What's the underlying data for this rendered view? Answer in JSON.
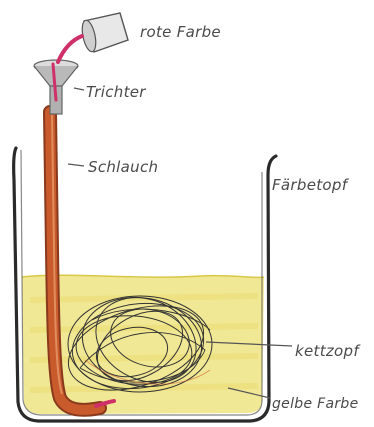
{
  "labels": {
    "rote_farbe": "rote Farbe",
    "trichter": "Trichter",
    "schlauch": "Schlauch",
    "faerbetopf": "Färbetopf",
    "kettzopf": "kettzopf",
    "gelbe_farbe": "gelbe Farbe"
  },
  "colors": {
    "pot_outline": "#2a2a2a",
    "yellow_dye": "#efe58a",
    "yellow_dye_deep": "#e6d55c",
    "red_dye": "#d0306a",
    "hose": "#c85a2c",
    "hose_dark": "#8a3a1c",
    "funnel": "#b9b9b9",
    "cup": "#e8e8e8",
    "yarn": "#333333"
  },
  "icons": {
    "cup": "paint-cup-icon",
    "funnel": "funnel-icon",
    "hose": "hose-icon",
    "pot": "dye-pot-icon",
    "yarn": "yarn-skein-icon"
  }
}
